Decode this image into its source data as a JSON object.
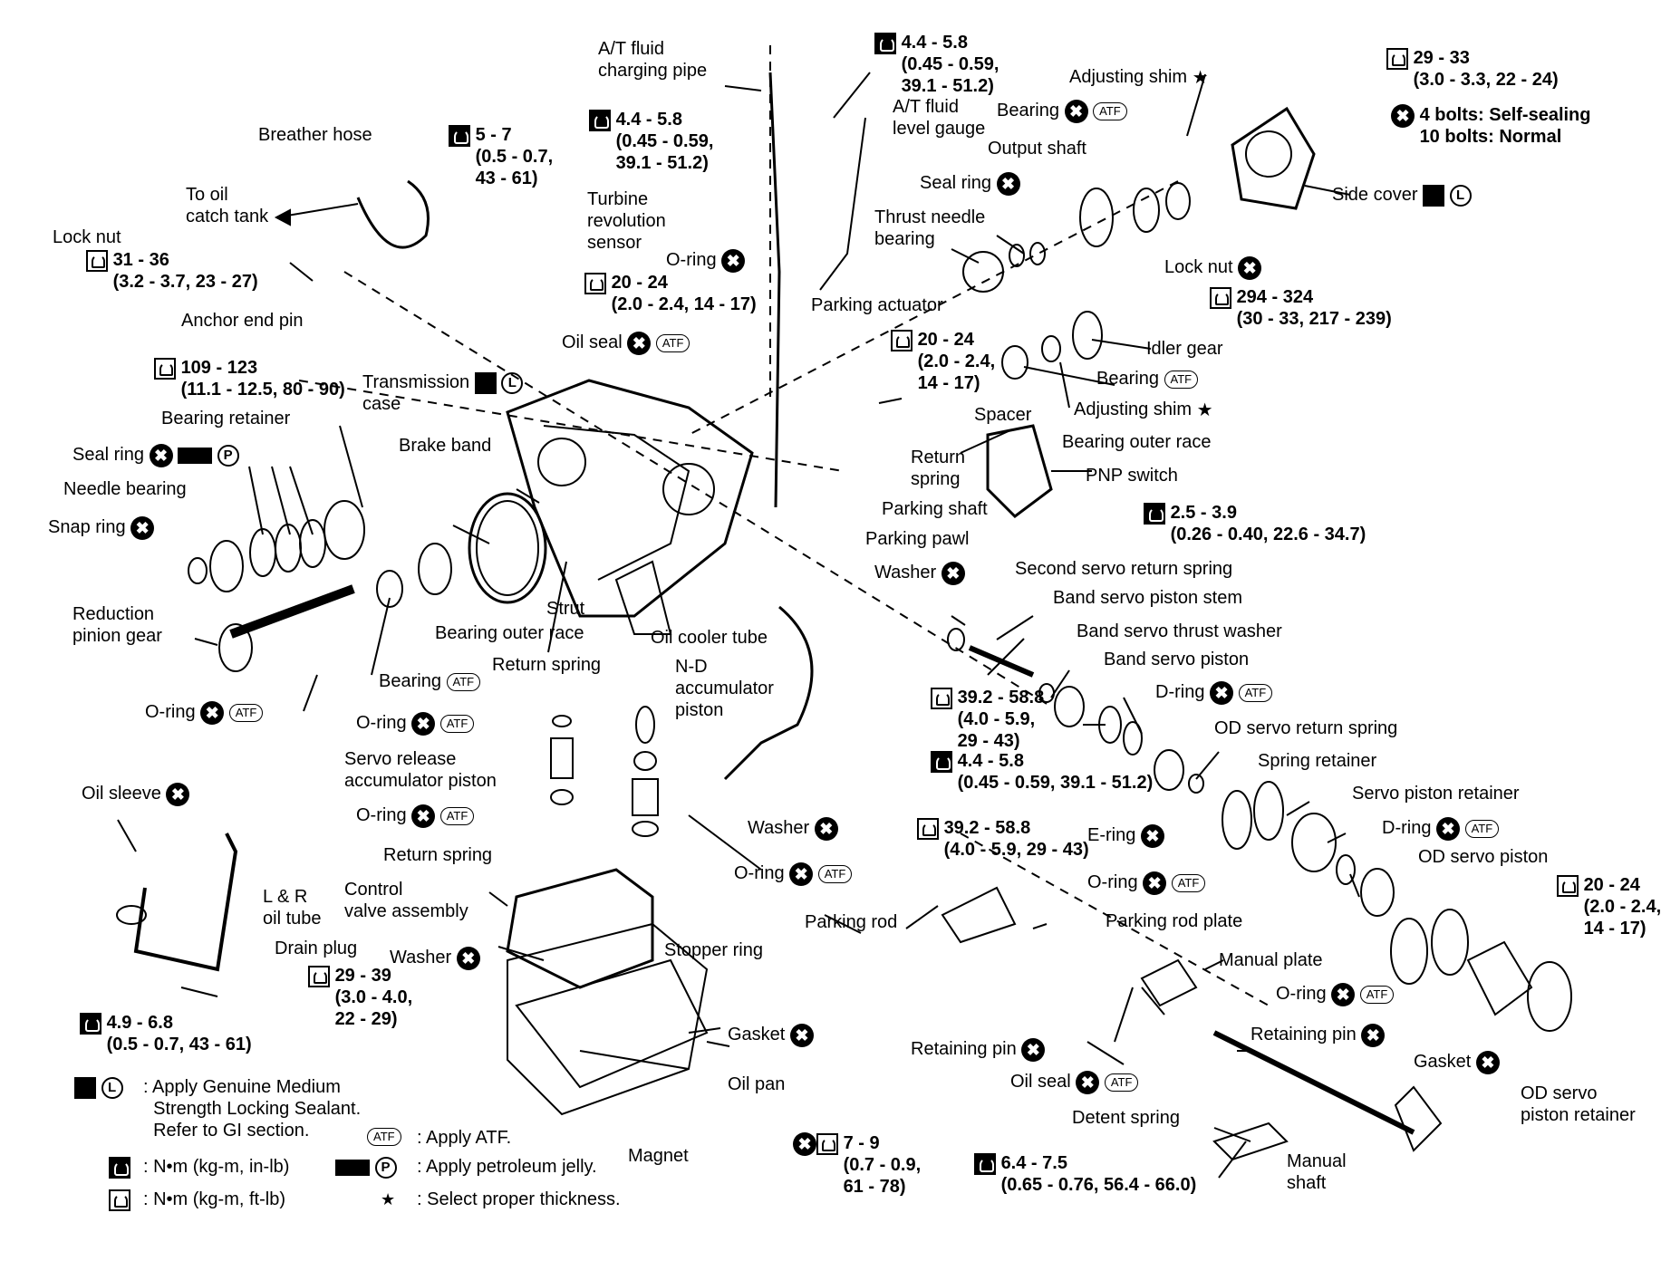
{
  "labels": [
    {
      "id": "at-fluid-charging-pipe",
      "text": "A/T fluid\ncharging pipe"
    },
    {
      "id": "torque-44-58-top",
      "text": "4.4 - 5.8\n(0.45 - 0.59,\n39.1 - 51.2)"
    },
    {
      "id": "at-fluid-level-gauge",
      "text": "A/T fluid\nlevel gauge"
    },
    {
      "id": "adjusting-shim-top",
      "text": "Adjusting shim"
    },
    {
      "id": "bearing-top",
      "text": "Bearing"
    },
    {
      "id": "output-shaft",
      "text": "Output shaft"
    },
    {
      "id": "torque-29-33",
      "text": "29 - 33\n(3.0 - 3.3, 22 - 24)"
    },
    {
      "id": "bolts-note",
      "text": "4 bolts: Self-sealing\n10 bolts: Normal"
    },
    {
      "id": "side-cover",
      "text": "Side cover"
    },
    {
      "id": "breather-hose",
      "text": "Breather hose"
    },
    {
      "id": "torque-5-7",
      "text": "5 - 7\n(0.5 - 0.7,\n43 - 61)"
    },
    {
      "id": "torque-44-58-b",
      "text": "4.4 - 5.8\n(0.45 - 0.59,\n39.1 - 51.2)"
    },
    {
      "id": "seal-ring-top",
      "text": "Seal ring"
    },
    {
      "id": "thrust-needle-bearing",
      "text": "Thrust needle\nbearing"
    },
    {
      "id": "to-oil-catch-tank",
      "text": "To oil\ncatch tank"
    },
    {
      "id": "turbine-sensor",
      "text": "Turbine\nrevolution\nsensor"
    },
    {
      "id": "lock-nut-left",
      "text": "Lock nut"
    },
    {
      "id": "torque-31-36",
      "text": "31 - 36\n(3.2 - 3.7, 23 - 27)"
    },
    {
      "id": "oring-top",
      "text": "O-ring"
    },
    {
      "id": "torque-20-24-a",
      "text": "20 - 24\n(2.0 - 2.4, 14 - 17)"
    },
    {
      "id": "lock-nut-right",
      "text": "Lock nut"
    },
    {
      "id": "torque-294-324",
      "text": "294 - 324\n(30 - 33, 217 - 239)"
    },
    {
      "id": "anchor-end-pin",
      "text": "Anchor end pin"
    },
    {
      "id": "parking-actuator",
      "text": "Parking actuator"
    },
    {
      "id": "idler-gear",
      "text": "Idler gear"
    },
    {
      "id": "oil-seal-top",
      "text": "Oil seal"
    },
    {
      "id": "torque-20-24-b",
      "text": "20 - 24\n(2.0 - 2.4,\n14 - 17)"
    },
    {
      "id": "bearing-idler",
      "text": "Bearing"
    },
    {
      "id": "torque-109-123",
      "text": "109 - 123\n(11.1 - 12.5, 80 - 90)"
    },
    {
      "id": "transmission-case",
      "text": "Transmission\ncase"
    },
    {
      "id": "adjusting-shim-mid",
      "text": "Adjusting shim"
    },
    {
      "id": "spacer",
      "text": "Spacer"
    },
    {
      "id": "bearing-retainer",
      "text": "Bearing retainer"
    },
    {
      "id": "bearing-outer-race-r",
      "text": "Bearing outer race"
    },
    {
      "id": "brake-band",
      "text": "Brake band"
    },
    {
      "id": "seal-ring-left",
      "text": "Seal ring"
    },
    {
      "id": "return-spring-top",
      "text": "Return\nspring"
    },
    {
      "id": "pnp-switch",
      "text": "PNP switch"
    },
    {
      "id": "needle-bearing",
      "text": "Needle bearing"
    },
    {
      "id": "parking-shaft",
      "text": "Parking shaft"
    },
    {
      "id": "torque-25-39",
      "text": "2.5 - 3.9\n(0.26 - 0.40, 22.6 - 34.7)"
    },
    {
      "id": "snap-ring",
      "text": "Snap ring"
    },
    {
      "id": "parking-pawl",
      "text": "Parking pawl"
    },
    {
      "id": "washer-top",
      "text": "Washer"
    },
    {
      "id": "second-servo-return-spring",
      "text": "Second servo return spring"
    },
    {
      "id": "reduction-pinion-gear",
      "text": "Reduction\npinion gear"
    },
    {
      "id": "strut",
      "text": "Strut"
    },
    {
      "id": "band-servo-piston-stem",
      "text": "Band servo piston stem"
    },
    {
      "id": "bearing-outer-race-l",
      "text": "Bearing outer race"
    },
    {
      "id": "oil-cooler-tube",
      "text": "Oil cooler tube"
    },
    {
      "id": "band-servo-thrust-washer",
      "text": "Band servo thrust washer"
    },
    {
      "id": "return-spring-mid",
      "text": "Return spring"
    },
    {
      "id": "nd-accumulator-piston",
      "text": "N-D\naccumulator\npiston"
    },
    {
      "id": "band-servo-piston",
      "text": "Band servo piston"
    },
    {
      "id": "bearing-left",
      "text": "Bearing"
    },
    {
      "id": "torque-392-588-a",
      "text": "39.2 - 58.8\n(4.0 - 5.9,\n29 - 43)"
    },
    {
      "id": "dring-top",
      "text": "D-ring"
    },
    {
      "id": "oring-left",
      "text": "O-ring"
    },
    {
      "id": "oring-mid1",
      "text": "O-ring"
    },
    {
      "id": "od-servo-return-spring",
      "text": "OD servo return spring"
    },
    {
      "id": "servo-release-acc-piston",
      "text": "Servo release\naccumulator piston"
    },
    {
      "id": "spring-retainer",
      "text": "Spring retainer"
    },
    {
      "id": "torque-44-58-c",
      "text": "4.4 - 5.8\n(0.45 - 0.59, 39.1 - 51.2)"
    },
    {
      "id": "oil-sleeve",
      "text": "Oil sleeve"
    },
    {
      "id": "oring-mid2",
      "text": "O-ring"
    },
    {
      "id": "servo-piston-retainer",
      "text": "Servo piston retainer"
    },
    {
      "id": "washer-mid",
      "text": "Washer"
    },
    {
      "id": "torque-392-588-b",
      "text": "39.2 - 58.8\n(4.0 - 5.9, 29 - 43)"
    },
    {
      "id": "ering",
      "text": "E-ring"
    },
    {
      "id": "dring-right",
      "text": "D-ring"
    },
    {
      "id": "return-spring-low",
      "text": "Return spring"
    },
    {
      "id": "od-servo-piston",
      "text": "OD servo piston"
    },
    {
      "id": "oring-mid3",
      "text": "O-ring"
    },
    {
      "id": "oring-right1",
      "text": "O-ring"
    },
    {
      "id": "control-valve-assembly",
      "text": "Control\nvalve assembly"
    },
    {
      "id": "torque-20-24-c",
      "text": "20 - 24\n(2.0 - 2.4,\n14 - 17)"
    },
    {
      "id": "lr-oil-tube",
      "text": "L & R\noil tube"
    },
    {
      "id": "parking-rod",
      "text": "Parking rod"
    },
    {
      "id": "parking-rod-plate",
      "text": "Parking rod plate"
    },
    {
      "id": "stopper-ring",
      "text": "Stopper ring"
    },
    {
      "id": "drain-plug",
      "text": "Drain plug"
    },
    {
      "id": "washer-low",
      "text": "Washer"
    },
    {
      "id": "torque-29-39",
      "text": "29 - 39\n(3.0 - 4.0,\n22 - 29)"
    },
    {
      "id": "manual-plate",
      "text": "Manual plate"
    },
    {
      "id": "oring-right2",
      "text": "O-ring"
    },
    {
      "id": "torque-49-68",
      "text": "4.9 - 6.8\n(0.5 - 0.7, 43 - 61)"
    },
    {
      "id": "gasket-mid",
      "text": "Gasket"
    },
    {
      "id": "retaining-pin-left",
      "text": "Retaining pin"
    },
    {
      "id": "retaining-pin-right",
      "text": "Retaining pin"
    },
    {
      "id": "gasket-right",
      "text": "Gasket"
    },
    {
      "id": "oil-pan",
      "text": "Oil pan"
    },
    {
      "id": "oil-seal-low",
      "text": "Oil seal"
    },
    {
      "id": "od-servo-piston-retainer",
      "text": "OD servo\npiston retainer"
    },
    {
      "id": "detent-spring",
      "text": "Detent spring"
    },
    {
      "id": "magnet",
      "text": "Magnet"
    },
    {
      "id": "torque-7-9",
      "text": "7 - 9\n(0.7 - 0.9,\n61 - 78)"
    },
    {
      "id": "torque-64-75",
      "text": "6.4 - 7.5\n(0.65 - 0.76, 56.4 - 66.0)"
    },
    {
      "id": "manual-shaft",
      "text": "Manual\nshaft"
    }
  ],
  "legend": {
    "sealant": ": Apply Genuine Medium\n  Strength Locking Sealant.\n  Refer to GI section.",
    "atf": ": Apply ATF.",
    "atf_badge": "ATF",
    "nm_in_lb": ": N•m (kg-m, in-lb)",
    "nm_ft_lb": ": N•m (kg-m, ft-lb)",
    "jelly": ": Apply petroleum jelly.",
    "star": ": Select proper thickness."
  },
  "icon_glyphs": {
    "x": "✖",
    "atf": "ATF",
    "L": "L",
    "P": "P",
    "star": "★",
    "lock": "✎"
  }
}
